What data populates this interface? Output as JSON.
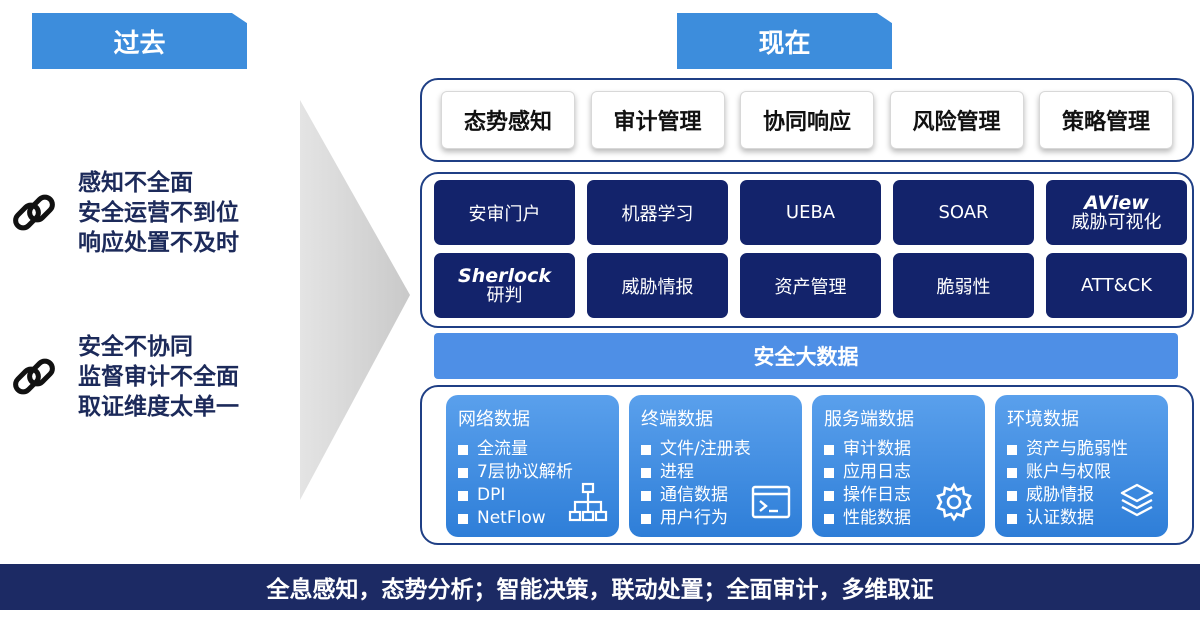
{
  "past": {
    "title": "过去",
    "group1": [
      "感知不全面",
      "安全运营不到位",
      "响应处置不及时"
    ],
    "group2": [
      "安全不协同",
      "监督审计不全面",
      "取证维度太单一"
    ]
  },
  "now": {
    "title": "现在",
    "functions": [
      "态势感知",
      "审计管理",
      "协同响应",
      "风险管理",
      "策略管理"
    ],
    "capabilities": [
      {
        "label": "安审门户"
      },
      {
        "label": "机器学习"
      },
      {
        "label": "UEBA"
      },
      {
        "label": "SOAR"
      },
      {
        "brand": "AView",
        "label": "威胁可视化"
      },
      {
        "brand": "Sherlock",
        "label": "研判"
      },
      {
        "label": "威胁情报"
      },
      {
        "label": "资产管理"
      },
      {
        "label": "脆弱性"
      },
      {
        "label": "ATT&CK"
      }
    ],
    "bigdata": "安全大数据",
    "data_cards": [
      {
        "title": "网络数据",
        "items": [
          "全流量",
          "7层协议解析",
          "DPI",
          "NetFlow"
        ],
        "icon": "network-tree-icon"
      },
      {
        "title": "终端数据",
        "items": [
          "文件/注册表",
          "进程",
          "通信数据",
          "用户行为"
        ],
        "icon": "terminal-icon"
      },
      {
        "title": "服务端数据",
        "items": [
          "审计数据",
          "应用日志",
          "操作日志",
          "性能数据"
        ],
        "icon": "gear-icon"
      },
      {
        "title": "环境数据",
        "items": [
          "资产与脆弱性",
          "账户与权限",
          "威胁情报",
          "认证数据"
        ],
        "icon": "layers-icon"
      }
    ]
  },
  "footer": "全息感知，态势分析；智能决策，联动处置；全面审计，多维取证",
  "colors": {
    "accent": "#3d8ddc",
    "navy": "#13236b",
    "bigdata": "#4e8fe6",
    "footer": "#1c2a64"
  }
}
